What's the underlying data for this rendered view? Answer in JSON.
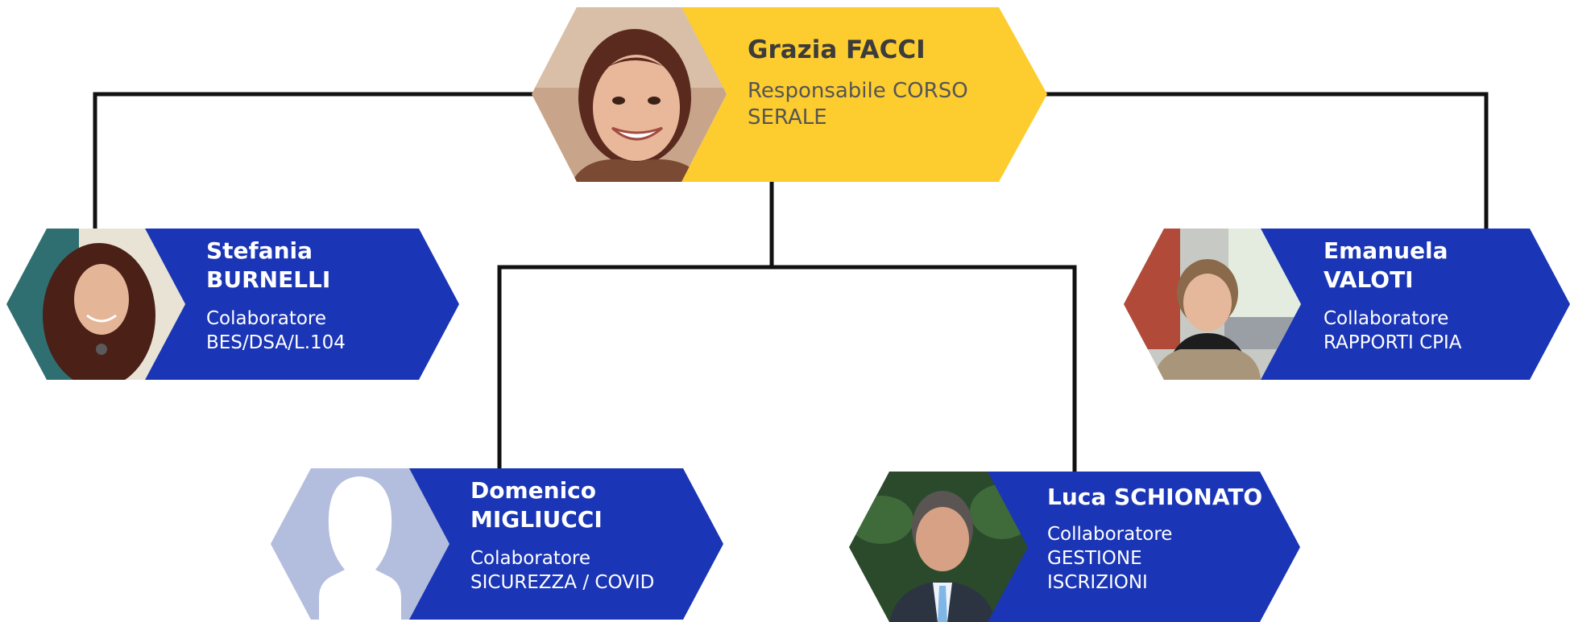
{
  "colors": {
    "connector": "#111111",
    "blue_card": "#1a35b5",
    "gold_card": "#fdcc2f",
    "gold_text": "#555555",
    "placeholder_bg": "#b3bddd",
    "placeholder_silhouette": "#ffffff"
  },
  "people": {
    "head": {
      "name_line1": "Grazia FACCI",
      "role_line1": "Responsabile CORSO",
      "role_line2": "SERALE"
    },
    "burnelli": {
      "name_line1": "Stefania",
      "name_line2": "BURNELLI",
      "role_line1": "Colaboratore",
      "role_line2": "BES/DSA/L.104"
    },
    "valoti": {
      "name_line1": "Emanuela",
      "name_line2": "VALOTI",
      "role_line1": "Collaboratore",
      "role_line2": "RAPPORTI CPIA"
    },
    "migliucci": {
      "name_line1": "Domenico",
      "name_line2": "MIGLIUCCI",
      "role_line1": "Colaboratore",
      "role_line2": "SICUREZZA / COVID"
    },
    "schionato": {
      "name_line1": "Luca SCHIONATO",
      "role_line1": "Collaboratore",
      "role_line2": "GESTIONE",
      "role_line3": "ISCRIZIONI"
    }
  },
  "photos": {
    "head": "photo of smiling woman with short brown hair",
    "burnelli": "photo of woman with long curly dark hair",
    "valoti": "photo of woman with hair tied back, street background",
    "migliucci": "placeholder-avatar-icon",
    "schionato": "photo of man in suit and tie, foliage background"
  }
}
